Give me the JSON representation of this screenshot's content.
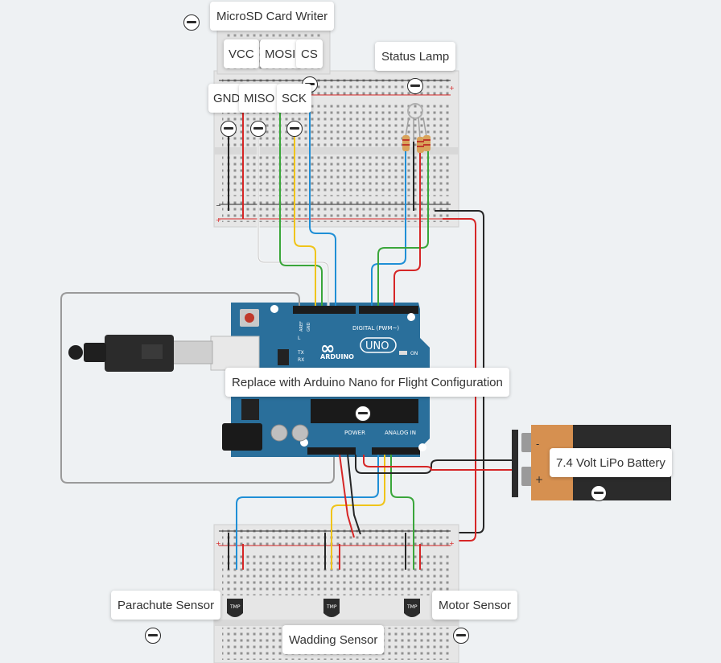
{
  "labels": {
    "microsd": "MicroSD Card Writer",
    "vcc": "VCC",
    "mosi": "MOSI",
    "cs": "CS",
    "gnd": "GND",
    "miso": "MISO",
    "sck": "SCK",
    "status_lamp": "Status Lamp",
    "replace_note": "Replace with Arduino Nano for Flight Configuration",
    "battery": "7.4 Volt LiPo Battery",
    "parachute": "Parachute Sensor",
    "motor": "Motor Sensor",
    "wadding": "Wadding Sensor"
  },
  "board": {
    "brand": "ARDUINO",
    "model": "UNO",
    "digital": "DIGITAL (PWM~)",
    "power": "POWER",
    "analog": "ANALOG IN",
    "on": "ON",
    "tx": "TX",
    "rx": "RX",
    "l": "L",
    "aref": "AREF",
    "gnd_pin": "GND"
  },
  "sensor_chip": "TMP",
  "battery_terminals": {
    "minus": "-",
    "plus": "+"
  },
  "colors": {
    "background": "#eef1f3",
    "board": "#2a6f9b",
    "breadboard": "#e6e6e6",
    "wire_red": "#d62626",
    "wire_black": "#262626",
    "wire_green": "#3aa63a",
    "wire_yellow": "#f0c419",
    "wire_blue": "#1f8fd6",
    "wire_white": "#f7f7f7",
    "battery_body": "#d69050",
    "battery_dark": "#2b2b2b"
  }
}
